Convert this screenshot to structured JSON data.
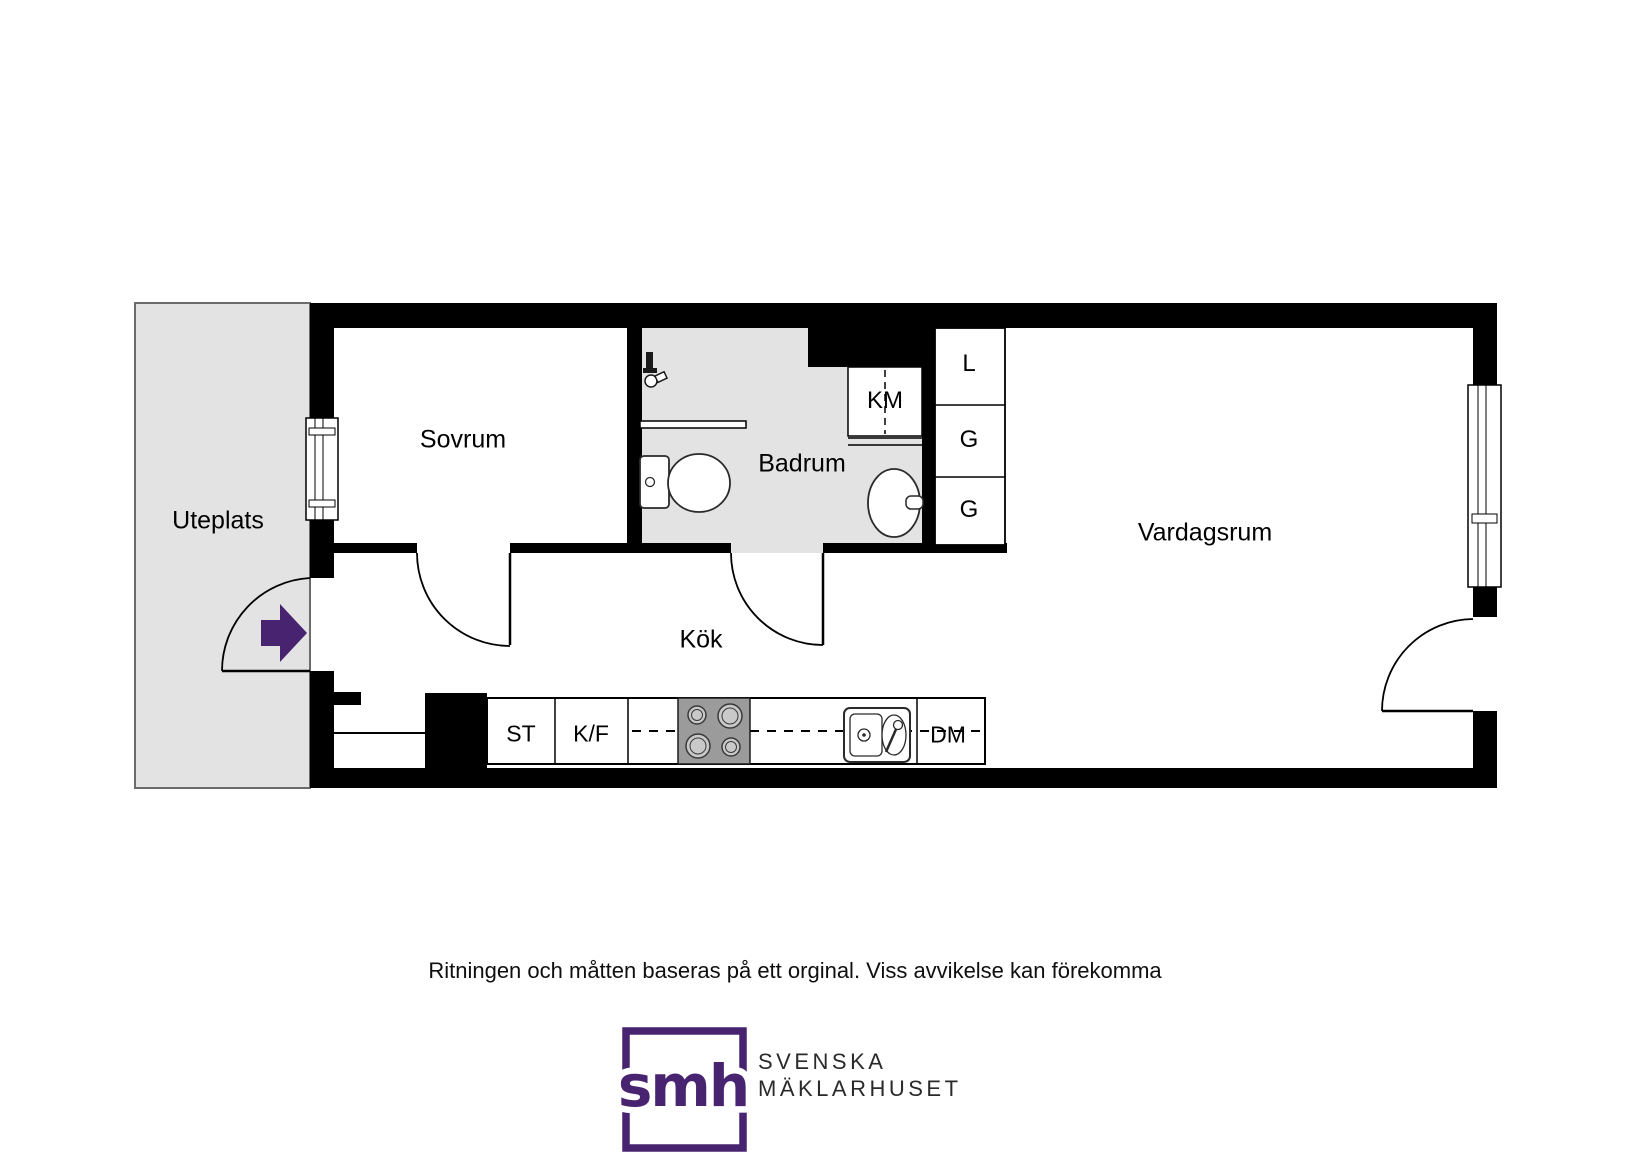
{
  "floor_plan": {
    "labels": {
      "uteplats": "Uteplats",
      "sovrum": "Sovrum",
      "badrum": "Badrum",
      "kok": "Kök",
      "vardagsrum": "Vardagsrum",
      "washing_machine": "KM",
      "closet_top": "L",
      "closet_mid": "G",
      "closet_bottom": "G",
      "counter_st": "ST",
      "counter_kf": "K/F",
      "dishwasher": "DM"
    },
    "colors": {
      "wall": "#000000",
      "floor_shaded": "#e3e3e3",
      "accent_purple": "#482370",
      "stove_gray": "#9b9b9b"
    },
    "icons": {
      "entrance_arrow": "right-arrow",
      "toilet": "toilet-top-view",
      "bathroom_sink": "round-basin",
      "kitchen_sink": "double-basin-sink",
      "stove": "four-burner-hob",
      "shower": "shower-mixer",
      "window": "double-frame-window"
    }
  },
  "disclaimer": "Ritningen och måtten baseras på ett orginal. Viss avvikelse kan förekomma",
  "logo": {
    "mark": "smh",
    "company_line1": "SVENSKA",
    "company_line2": "MÄKLARHUSET"
  }
}
